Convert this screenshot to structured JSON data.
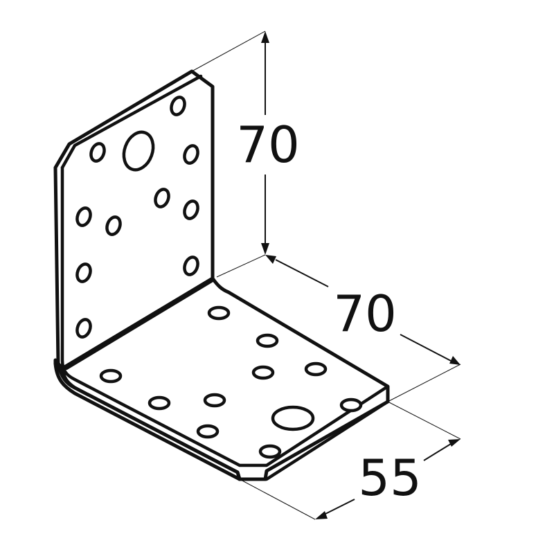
{
  "dimensions": {
    "height": "70",
    "length": "70",
    "width": "55"
  },
  "colors": {
    "line": "#111111",
    "background": "#ffffff"
  }
}
